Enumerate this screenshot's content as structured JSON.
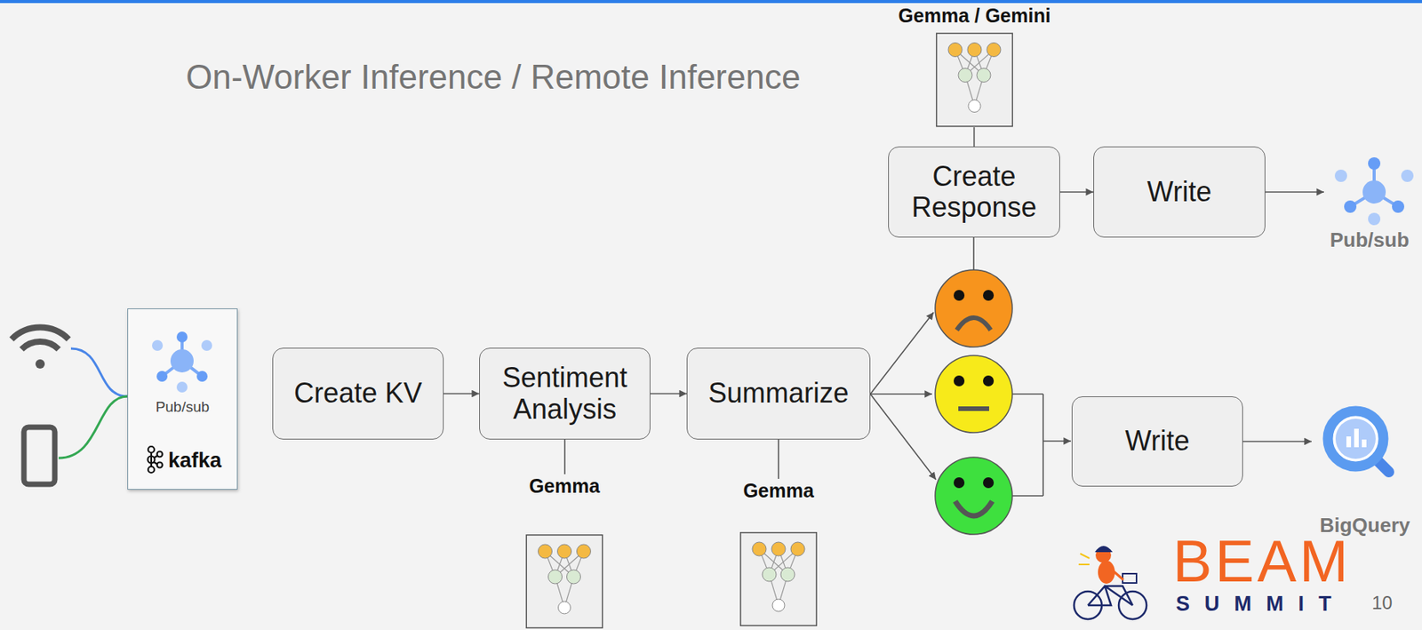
{
  "diagram": {
    "title": "On-Worker Inference / Remote Inference",
    "nodes": [
      {
        "text": [
          "Pub/sub",
          "kafka"
        ]
      },
      {
        "text": [
          "Create KV"
        ]
      },
      {
        "text": [
          "Sentiment Analysis"
        ]
      },
      {
        "text": [
          "Summarize"
        ]
      },
      {
        "text": [
          "Gemma"
        ]
      },
      {
        "text": [
          "Gemma"
        ]
      },
      {
        "text": [
          "Gemma / Gemini"
        ]
      },
      {
        "text": [
          "Create Response"
        ]
      },
      {
        "text": [
          "Write"
        ]
      },
      {
        "text": [
          "Pub/sub"
        ]
      },
      {
        "text": [
          "Write"
        ]
      },
      {
        "text": [
          "BigQuery"
        ]
      }
    ],
    "edges": [
      {
        "from": 1,
        "to": 2,
        "arrow": "to"
      },
      {
        "from": 2,
        "to": 3,
        "arrow": "to"
      },
      {
        "from": 2,
        "to": 4,
        "arrow": "none"
      },
      {
        "from": 3,
        "to": 5,
        "arrow": "none"
      },
      {
        "from": 7,
        "to": 6,
        "arrow": "none"
      },
      {
        "from": 7,
        "to": 8,
        "arrow": "to"
      },
      {
        "from": 8,
        "to": 9,
        "arrow": "to"
      },
      {
        "from": 10,
        "to": 11,
        "arrow": "to"
      }
    ],
    "labels": [
      "BEAM",
      "SUMMIT",
      "10"
    ]
  }
}
